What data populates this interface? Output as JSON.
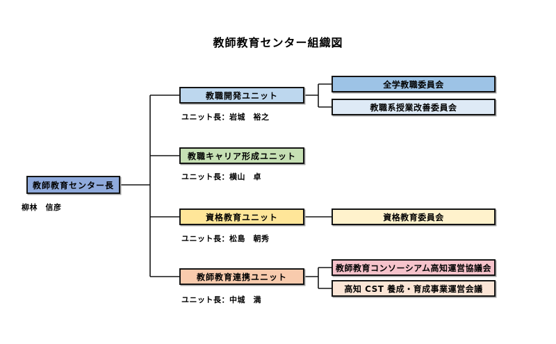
{
  "title": "教師教育センター組織図",
  "colors": {
    "background": "#ffffff",
    "line": "#141414",
    "border": "#141414"
  },
  "org": {
    "head": {
      "label": "教師教育センター長",
      "name": "柳林　信彦",
      "color": "#8FAADC"
    },
    "units": [
      {
        "label": "教職開発ユニット",
        "leader": "ユニット長：岩城　裕之",
        "color": "#BDD7EE",
        "committees": [
          {
            "label": "全学教職委員会",
            "color": "#9DC3E6"
          },
          {
            "label": "教職系授業改善委員会",
            "color": "#DEEAF6"
          }
        ]
      },
      {
        "label": "教職キャリア形成ユニット",
        "leader": "ユニット長：横山　卓",
        "color": "#C6E0B4",
        "committees": []
      },
      {
        "label": "資格教育ユニット",
        "leader": "ユニット長：松島　朝秀",
        "color": "#FFE699",
        "committees": [
          {
            "label": "資格教育委員会",
            "color": "#FFF2CC"
          }
        ]
      },
      {
        "label": "教師教育連携ユニット",
        "leader": "ユニット長：中城　満",
        "color": "#F8CBAD",
        "committees": [
          {
            "label": "教師教育コンソーシアム高知運営協議会",
            "color": "#F6C3CB"
          },
          {
            "label": "高知 CST 養成・育成事業運営会議",
            "color": "#FBE5D6"
          }
        ]
      }
    ]
  }
}
